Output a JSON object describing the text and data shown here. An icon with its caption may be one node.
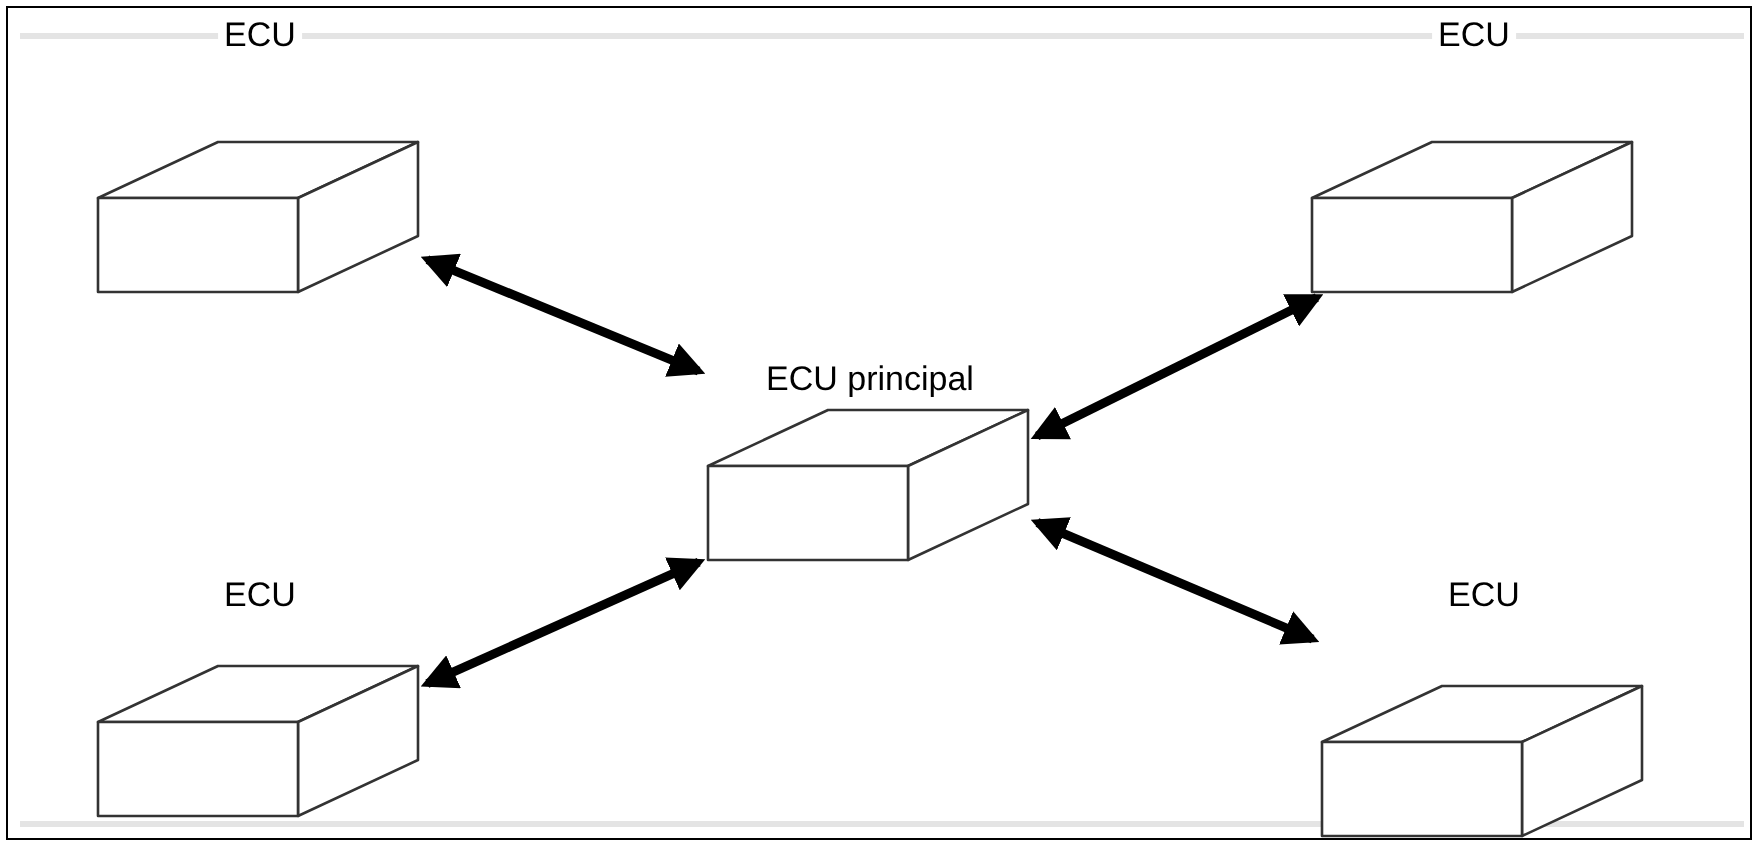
{
  "diagram": {
    "nodes": [
      {
        "text": [
          "ECU"
        ]
      },
      {
        "text": [
          "ECU"
        ]
      },
      {
        "text": [
          "ECU principal"
        ]
      },
      {
        "text": [
          "ECU"
        ]
      },
      {
        "text": [
          "ECU"
        ]
      }
    ],
    "edges": [
      {
        "from": 0,
        "to": 2,
        "arrow": "both"
      },
      {
        "from": 2,
        "to": 1,
        "arrow": "both"
      },
      {
        "from": 3,
        "to": 2,
        "arrow": "both"
      },
      {
        "from": 2,
        "to": 4,
        "arrow": "both"
      }
    ]
  }
}
